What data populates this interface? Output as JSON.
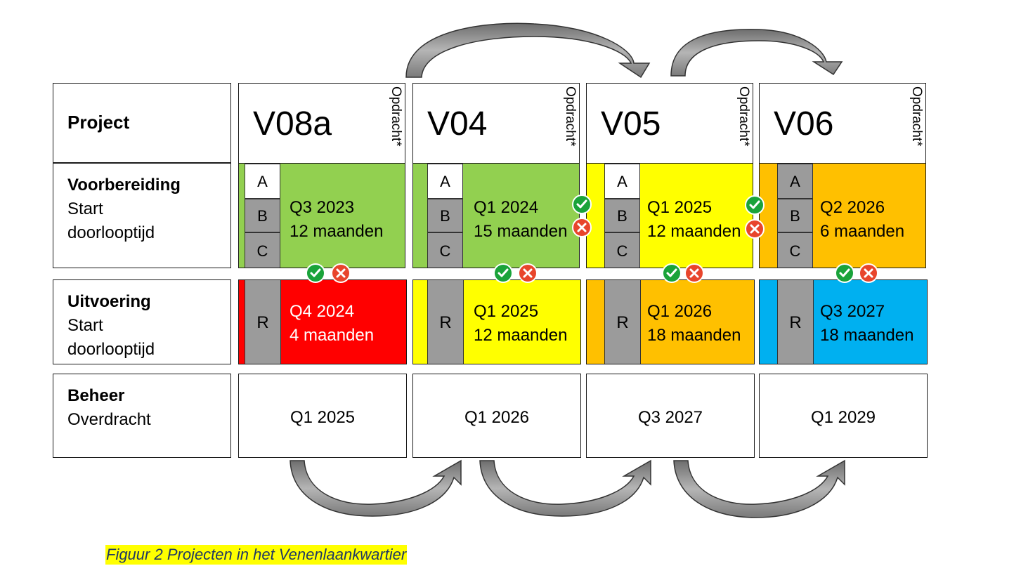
{
  "rows": {
    "project": {
      "bold": "Project"
    },
    "voorbereiding": {
      "bold": "Voorbereiding",
      "line1": "Start",
      "line2": "doorlooptijd"
    },
    "uitvoering": {
      "bold": "Uitvoering",
      "line1": "Start",
      "line2": "doorlooptijd"
    },
    "beheer": {
      "bold": "Beheer",
      "line1": "Overdracht"
    }
  },
  "phase_letters": {
    "a": "A",
    "b": "B",
    "c": "C",
    "r": "R"
  },
  "opdracht": "Opdracht*",
  "projects": [
    {
      "code": "V08a",
      "voor_start": "Q3 2023",
      "voor_duur": "12 maanden",
      "uit_start": "Q4 2024",
      "uit_duur": "4 maanden",
      "overdracht": "Q1 2025"
    },
    {
      "code": "V04",
      "voor_start": "Q1 2024",
      "voor_duur": "15 maanden",
      "uit_start": "Q1 2025",
      "uit_duur": "12 maanden",
      "overdracht": "Q1 2026"
    },
    {
      "code": "V05",
      "voor_start": "Q1 2025",
      "voor_duur": "12 maanden",
      "uit_start": "Q1 2026",
      "uit_duur": "18 maanden",
      "overdracht": "Q3 2027"
    },
    {
      "code": "V06",
      "voor_start": "Q2 2026",
      "voor_duur": "6 maanden",
      "uit_start": "Q3 2027",
      "uit_duur": "18 maanden",
      "overdracht": "Q1 2029"
    }
  ],
  "colors": {
    "green": "#92d050",
    "yellow": "#ffff00",
    "orange": "#ffc000",
    "red": "#ff0000",
    "blue": "#00b0f0",
    "grey": "#9b9b9b",
    "check": "#1aa33a",
    "cross": "#e8452c",
    "arrow": "#8c8c8c"
  },
  "caption": "Figuur 2 Projecten in het Venenlaankwartier"
}
